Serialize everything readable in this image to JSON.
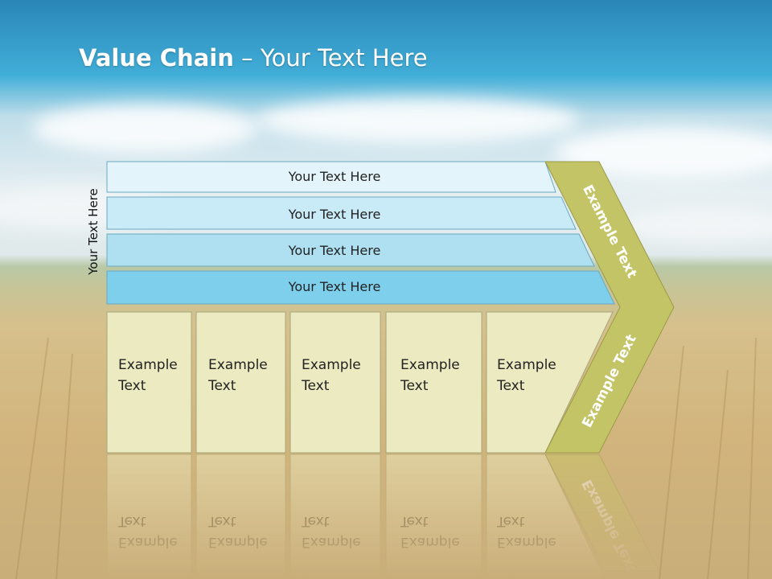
{
  "title": {
    "main": "Value Chain",
    "separator": " – ",
    "rest": "Your Text Here"
  },
  "side_label": "Your Text Here",
  "bands": [
    {
      "label": "Your Text Here",
      "color": "#e3f5fb"
    },
    {
      "label": "Your Text Here",
      "color": "#c9ebf7"
    },
    {
      "label": "Your Text Here",
      "color": "#aee0f1"
    },
    {
      "label": "Your Text Here",
      "color": "#7dcfeb"
    }
  ],
  "cells": [
    {
      "line1": "Example",
      "line2": "Text"
    },
    {
      "line1": "Example",
      "line2": "Text"
    },
    {
      "line1": "Example",
      "line2": "Text"
    },
    {
      "line1": "Example",
      "line2": "Text"
    },
    {
      "line1": "Example",
      "line2": "Text"
    }
  ],
  "arrow": {
    "top_text": "Example Text",
    "bottom_text": "Example Text",
    "color": "#c3c466"
  },
  "colors": {
    "cell_fill": "#eceac1",
    "sky_top": "#2e8fbd",
    "field": "#c9a665"
  }
}
